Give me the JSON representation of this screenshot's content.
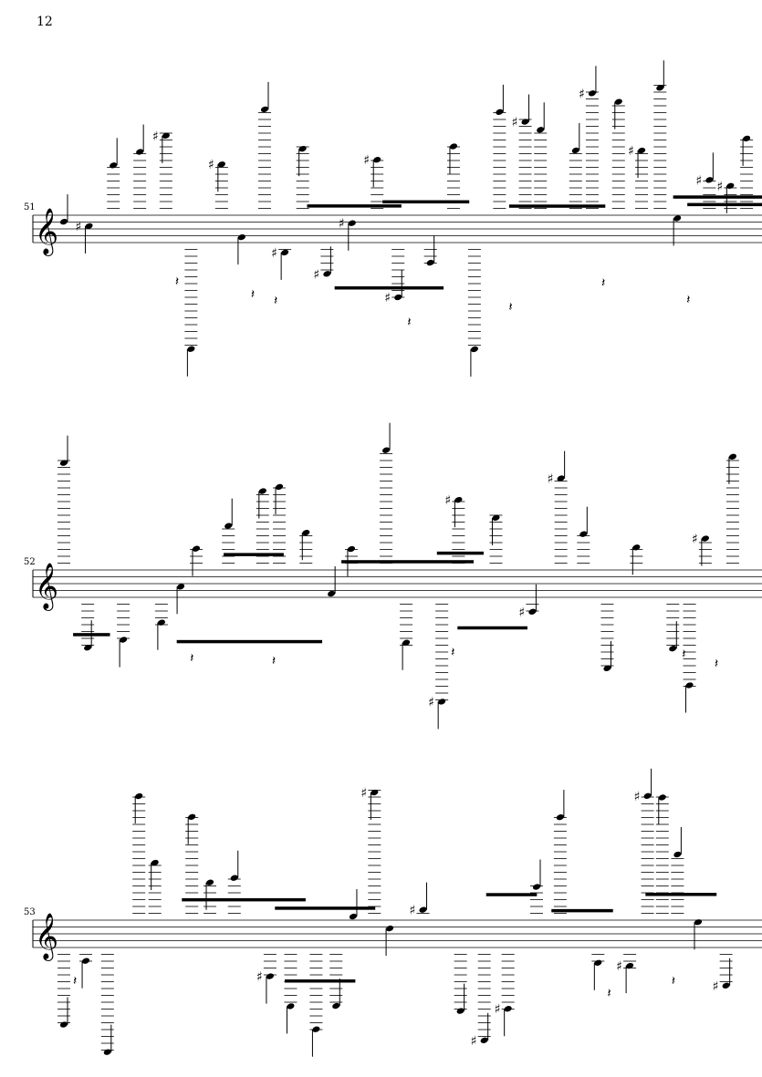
{
  "page_number": "12",
  "systems": [
    {
      "measure_number": "51"
    },
    {
      "measure_number": "52"
    },
    {
      "measure_number": "53"
    }
  ]
}
